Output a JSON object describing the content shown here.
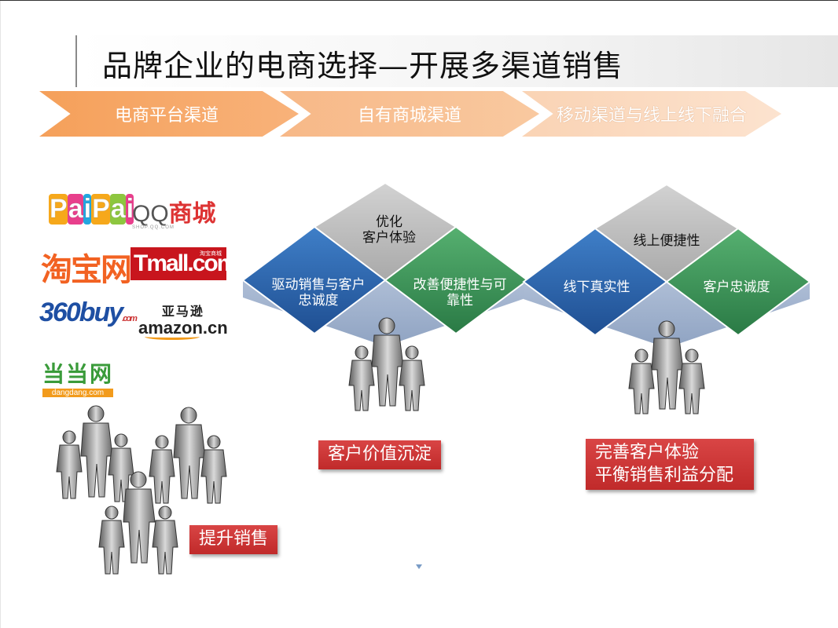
{
  "title": "品牌企业的电商选择—开展多渠道销售",
  "chevrons": [
    "电商平台渠道",
    "自有商城渠道",
    "移动渠道与线上线下融合"
  ],
  "logos": {
    "paipai": "PaiPai",
    "qq_main": "QQ",
    "qq_cn": "商城",
    "qq_url": "SHOP.QQ.COM",
    "taobao": "淘宝网",
    "tmall": "Tmall.com",
    "tmall_small": "淘宝商城",
    "jd_main": "360buy",
    "jd_small": ".com",
    "amazon_top": "亚马逊",
    "amazon_main": "amazon.cn",
    "dangdang_top": "当当网",
    "dangdang_url": "dangdang.com"
  },
  "block1": {
    "top": "优化\n客户体验",
    "left": "驱动销售与客户忠诚度",
    "right": "改善便捷性与可靠性"
  },
  "block2": {
    "top": "线上便捷性",
    "left": "线下真实性",
    "right": "客户忠诚度"
  },
  "labels": {
    "sales": "提升销售",
    "value": "客户价值沉淀",
    "experience_1": "完善客户体验",
    "experience_2": "平衡销售利益分配"
  },
  "colors": {
    "chevron_orange": "#f5a05a",
    "tile_blue": "#2d6bb5",
    "tile_green": "#3e9a5a",
    "tile_gray": "#bdbdbd",
    "label_red": "#c83434"
  }
}
